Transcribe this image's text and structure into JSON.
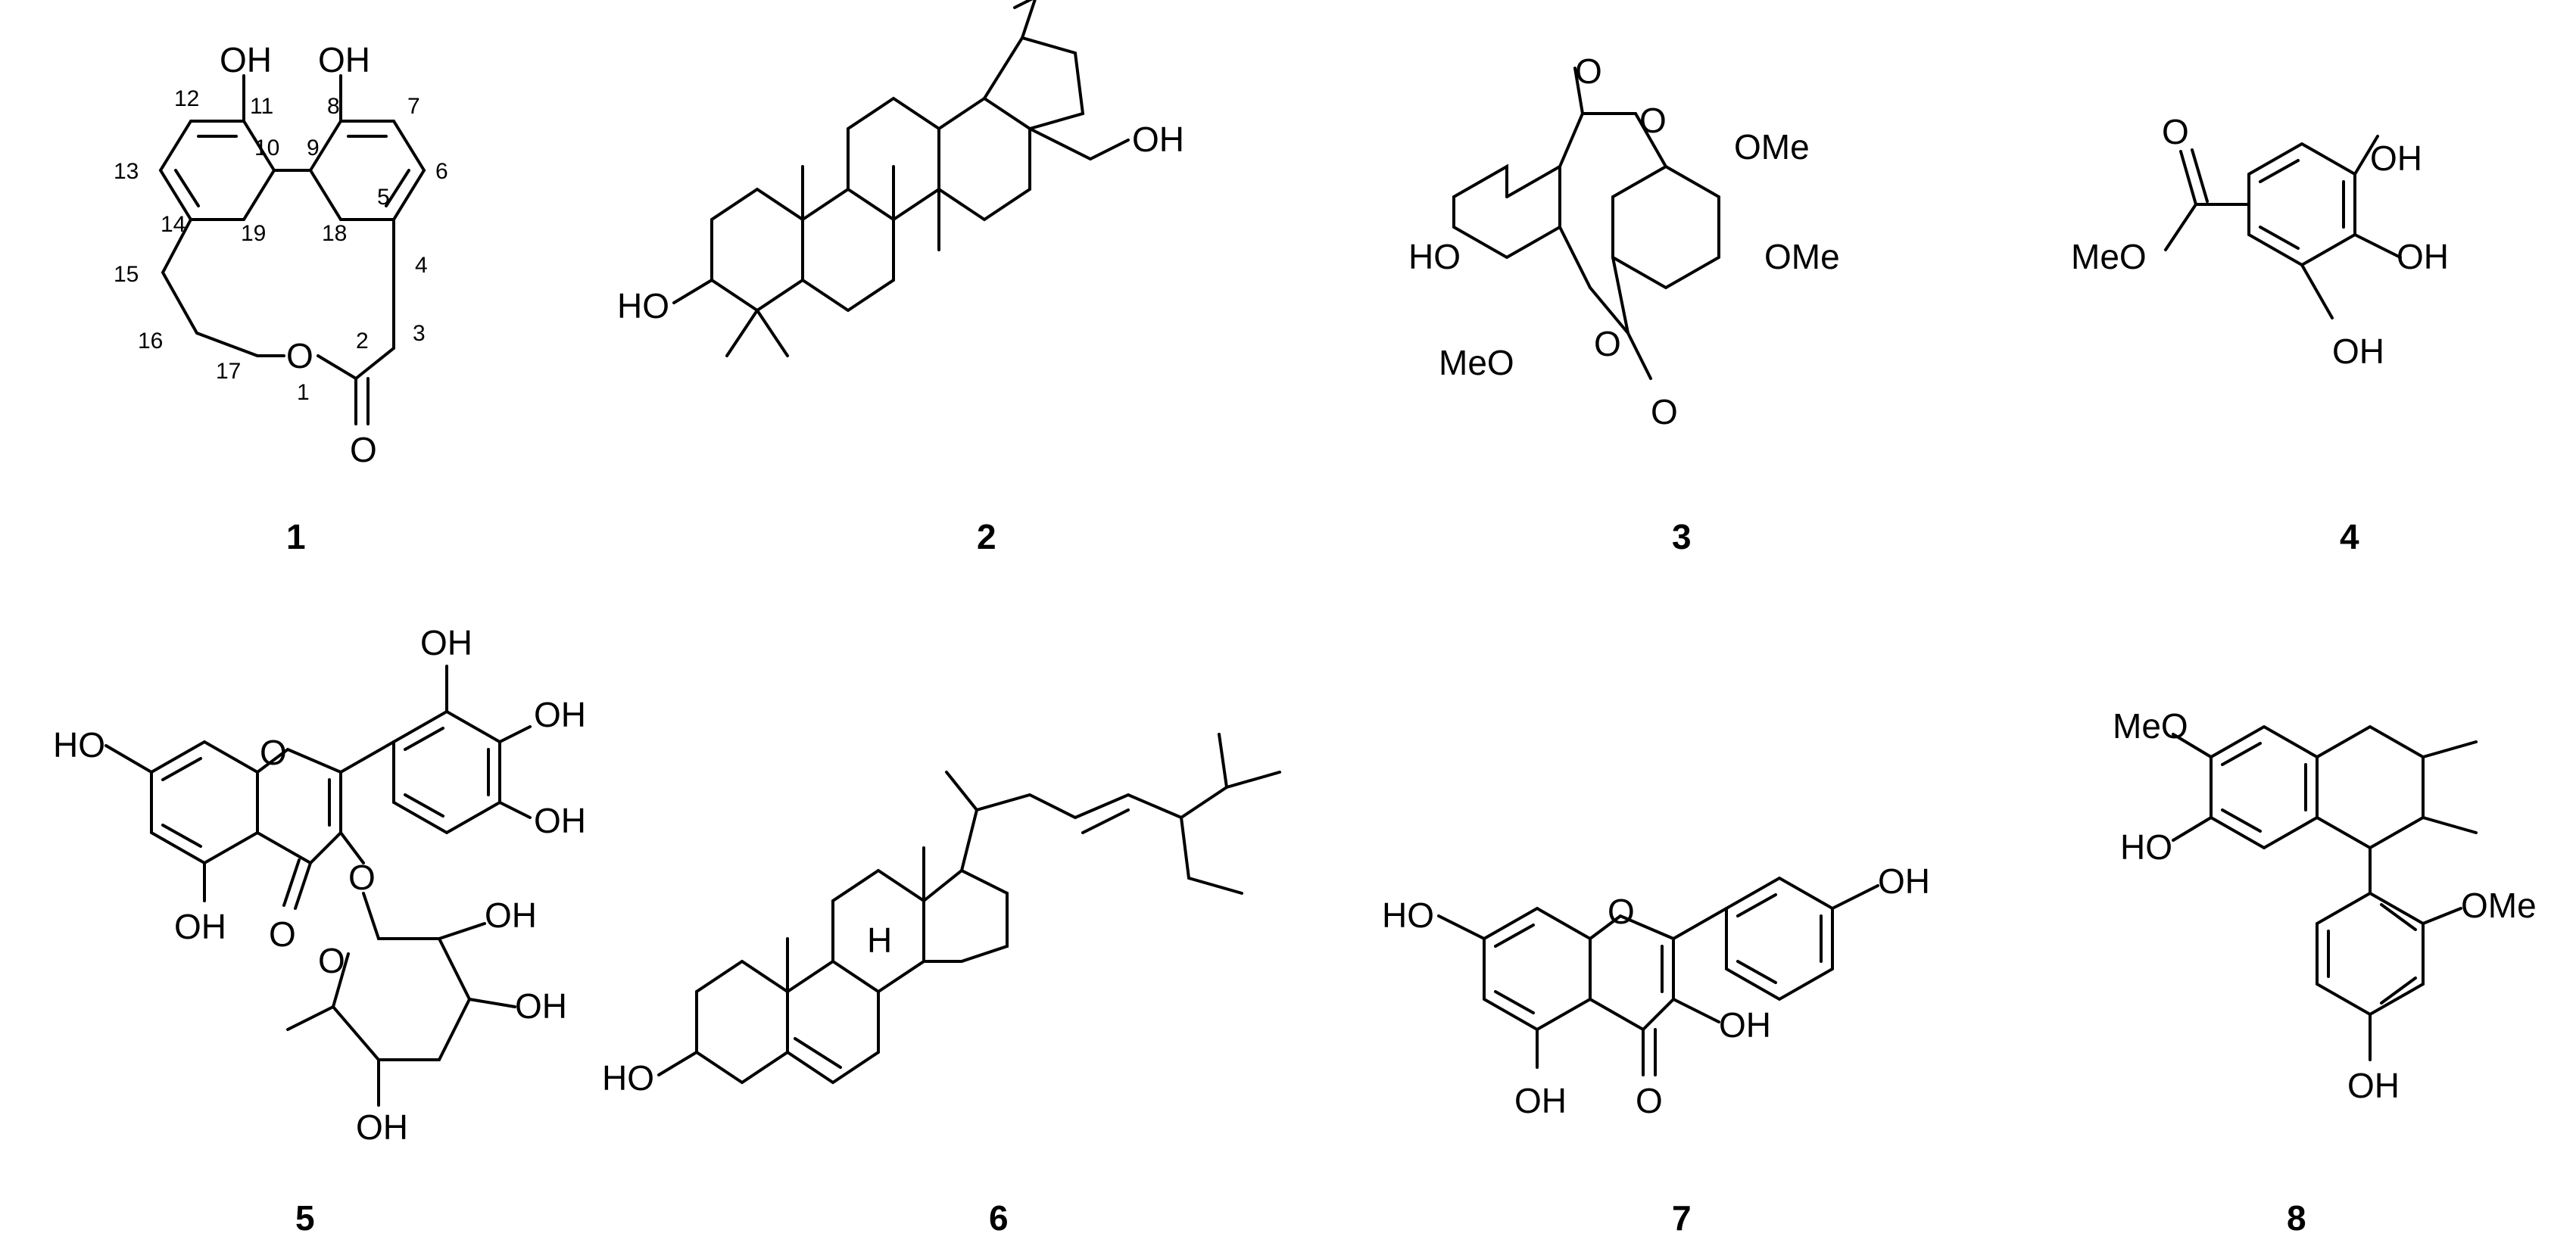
{
  "compounds": [
    {
      "id": "1",
      "labels": {
        "oh_a": "OH",
        "oh_b": "OH",
        "o_ring": "O",
        "o_carbonyl": "O"
      },
      "atom_numbers": [
        "1",
        "2",
        "3",
        "4",
        "5",
        "6",
        "7",
        "8",
        "9",
        "10",
        "11",
        "12",
        "13",
        "14",
        "15",
        "16",
        "17",
        "18",
        "19"
      ]
    },
    {
      "id": "2",
      "labels": {
        "ho": "HO",
        "oh": "OH"
      }
    },
    {
      "id": "3",
      "labels": {
        "o_top": "O",
        "o_ring_top": "O",
        "ome_top": "OMe",
        "ome_right": "OMe",
        "ho": "HO",
        "meo": "MeO",
        "o_ring_bottom": "O",
        "o_bottom": "O"
      }
    },
    {
      "id": "4",
      "labels": {
        "o_carbonyl": "O",
        "meo": "MeO",
        "oh_top": "OH",
        "oh_mid": "OH",
        "oh_bottom": "OH"
      }
    },
    {
      "id": "5",
      "labels": {
        "oh_top": "OH",
        "oh_upper_right": "OH",
        "oh_lower_right": "OH",
        "ho_left": "HO",
        "o_ring": "O",
        "o_glyco": "O",
        "o_pyran": "O",
        "o_carbonyl": "O",
        "oh_chromone": "OH",
        "oh_sugar_a": "OH",
        "oh_sugar_b": "OH",
        "oh_sugar_c": "OH"
      }
    },
    {
      "id": "6",
      "labels": {
        "ho": "HO",
        "h": "H"
      }
    },
    {
      "id": "7",
      "labels": {
        "ho_left": "HO",
        "o_ring": "O",
        "oh_right": "OH",
        "oh_mid": "OH",
        "oh_bottom": "OH",
        "o_carbonyl": "O"
      }
    },
    {
      "id": "8",
      "labels": {
        "meo": "MeO",
        "ho": "HO",
        "ome": "OMe",
        "oh": "OH"
      }
    }
  ]
}
